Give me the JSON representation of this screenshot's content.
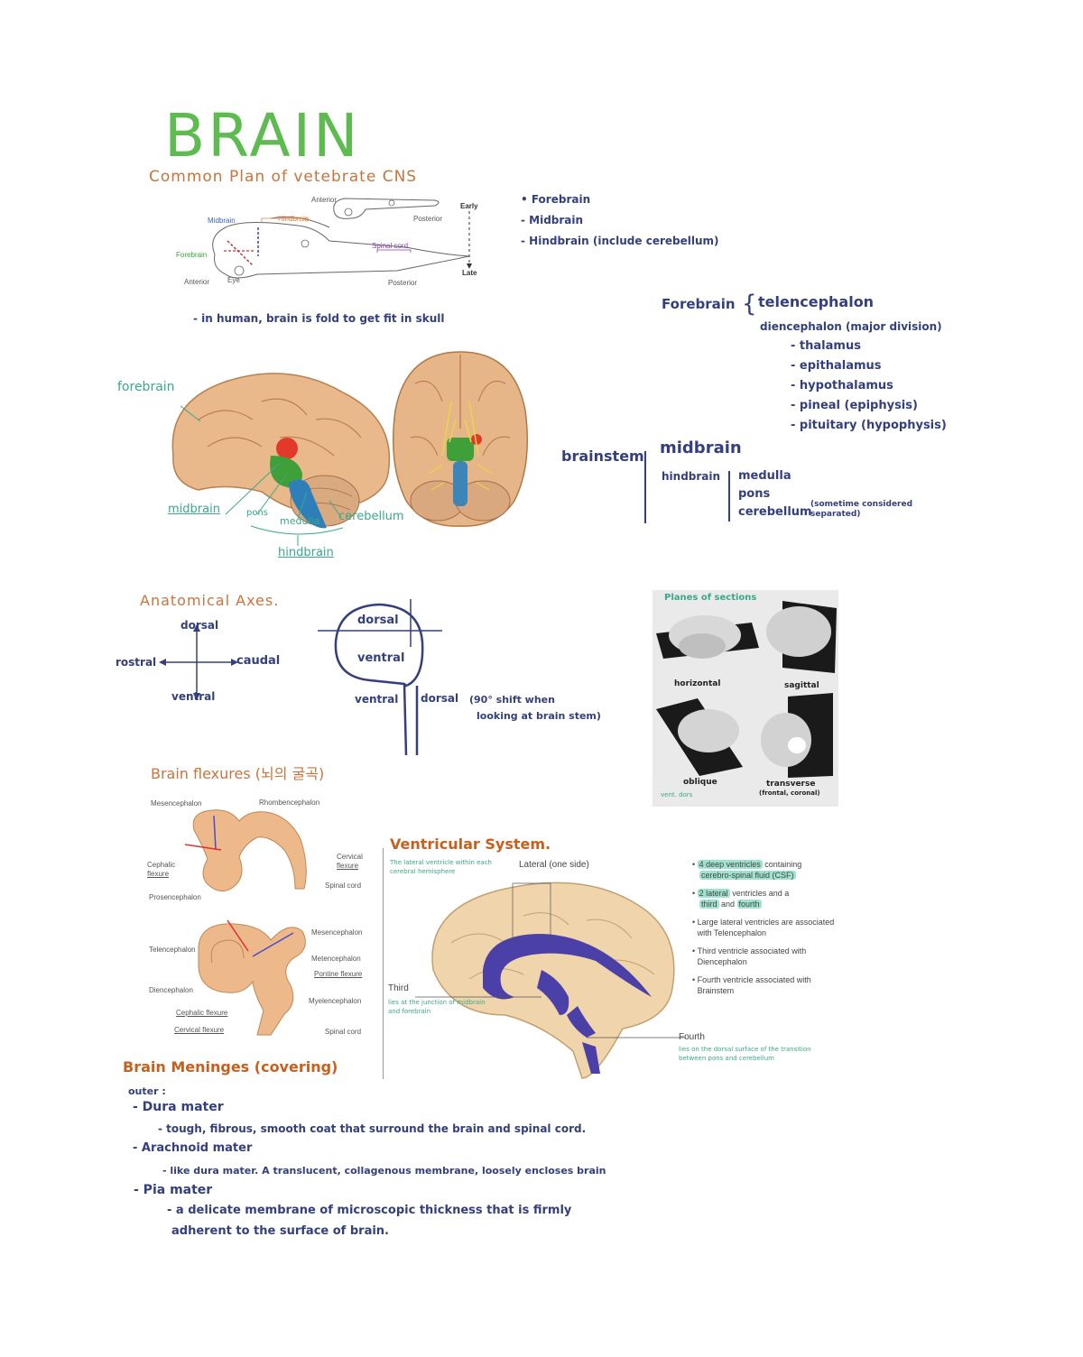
{
  "title": "BRAIN",
  "common_plan": {
    "heading": "Common Plan of vetebrate CNS",
    "bullets": [
      "• Forebrain",
      "- Midbrain",
      "- Hindbrain (include cerebellum)"
    ],
    "fig_labels": {
      "anterior": "Anterior",
      "posterior": "Posterior",
      "early": "Early",
      "late": "Late",
      "midbrain": "Midbrain",
      "hindbrain": "Hindbrain",
      "forebrain": "Forebrain",
      "spinal_cord": "Spinal cord",
      "eye": "Eye",
      "anterior2": "Anterior",
      "posterior2": "Posterior"
    },
    "note": "- in human, brain is fold to get fit in skull"
  },
  "brain_parts": {
    "forebrain": "forebrain",
    "midbrain": "midbrain",
    "pons": "pons",
    "medulla": "medulla",
    "cerebellum": "cerebellum",
    "hindbrain": "hindbrain"
  },
  "forebrain_tree": {
    "root": "Forebrain",
    "telencephalon": "telencephalon",
    "diencephalon": "diencephalon (major division)",
    "items": [
      "- thalamus",
      "- epithalamus",
      "- hypothalamus",
      "- pineal (epiphysis)",
      "- pituitary (hypophysis)"
    ]
  },
  "brainstem_tree": {
    "root": "brainstem",
    "midbrain": "midbrain",
    "hindbrain": "hindbrain",
    "items": [
      "medulla",
      "pons",
      "cerebellum"
    ],
    "cerebellum_note": "(sometime considered separated)"
  },
  "axes": {
    "heading": "Anatomical Axes.",
    "dorsal": "dorsal",
    "ventral": "ventral",
    "rostral": "rostral",
    "caudal": "caudal",
    "dorsal2": "dorsal",
    "ventral2": "ventral",
    "ventral3": "ventral",
    "dorsal3": "dorsal",
    "shift_note_1": "(90° shift when",
    "shift_note_2": "looking at brain stem)"
  },
  "planes": {
    "heading": "Planes of sections",
    "horizontal": "horizontal",
    "sagittal": "sagittal",
    "oblique": "oblique",
    "transverse": "transverse",
    "transverse_sub": "(frontal, coronal)",
    "corner": "vent. dors"
  },
  "flexures": {
    "heading": "Brain flexures (뇌의 굴곡)",
    "labels1": {
      "mesencephalon": "Mesencephalon",
      "rhombencephalon": "Rhombencephalon",
      "cephalic": "Cephalic",
      "flexure": "flexure",
      "prosencephalon": "Prosencephalon",
      "cervical": "Cervical",
      "flexure2": "flexure",
      "spinal_cord": "Spinal cord"
    },
    "labels2": {
      "telencephalon": "Telencephalon",
      "mesencephalon": "Mesencephalon",
      "metencephalon": "Metencephalon",
      "pontine": "Pontine flexure",
      "diencephalon": "Diencephalon",
      "myelencephalon": "Myelencephalon",
      "cephalic": "Cephalic flexure",
      "cervical": "Cervical flexure",
      "spinal_cord": "Spinal cord"
    }
  },
  "ventricular": {
    "heading": "Ventricular System.",
    "note_lateral": "The lateral ventricle within each cerebral hemisphere",
    "lateral": "Lateral (one side)",
    "third": "Third",
    "third_note": "lies at the junction of midbrain and forebrain",
    "fourth": "Fourth",
    "fourth_note": "lies on the dorsal surface of the transition between pons and cerebellum",
    "b1_hl1": "4 deep ventricles",
    "b1_rest": " containing",
    "b1_hl2": "cerebro-spinal fluid (CSF)",
    "b2_hl1": "2 lateral",
    "b2_rest": " ventricles and a",
    "b2_hl2": "third",
    "b2_and": " and ",
    "b2_hl3": "fourth",
    "b3": "Large lateral ventricles are associated with Telencephalon",
    "b4": "Third ventricle associated with Diencephalon",
    "b5": "Fourth ventricle associated with Brainstem"
  },
  "meninges": {
    "heading": "Brain Meninges (covering)",
    "outer": "outer :",
    "dura": "- Dura mater",
    "dura_desc": "- tough, fibrous, smooth coat that surround the brain and spinal cord.",
    "arach": "- Arachnoid mater",
    "arach_desc": "- like dura mater. A translucent, collagenous membrane, loosely encloses brain",
    "pia": "- Pia mater",
    "pia_desc_1": "- a delicate membrane of microscopic thickness that is firmly",
    "pia_desc_2": "adherent to the surface of brain."
  },
  "colors": {
    "title_green": "#5dbb50",
    "ink_blue": "#34407e",
    "orange": "#c8743c",
    "teal": "#3aa88a",
    "ventricle": "#4b3fa8",
    "highlight": "#9fe3cf"
  }
}
